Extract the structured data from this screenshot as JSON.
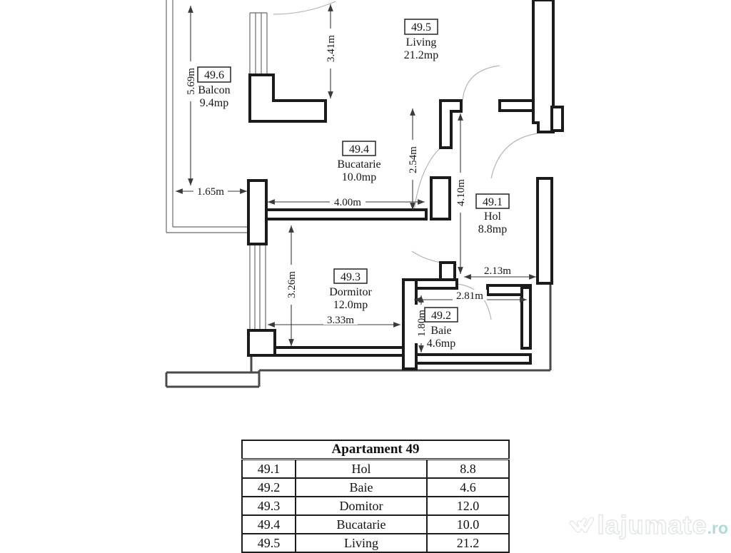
{
  "plan": {
    "rooms": {
      "living": {
        "id": "49.5",
        "name": "Living",
        "area": "21.2mp"
      },
      "balcon": {
        "id": "49.6",
        "name": "Balcon",
        "area": "9.4mp"
      },
      "bucatarie": {
        "id": "49.4",
        "name": "Bucatarie",
        "area": "10.0mp"
      },
      "hol": {
        "id": "49.1",
        "name": "Hol",
        "area": "8.8mp"
      },
      "dormitor": {
        "id": "49.3",
        "name": "Dormitor",
        "area": "12.0mp"
      },
      "baie": {
        "id": "49.2",
        "name": "Baie",
        "area": "4.6mp"
      }
    },
    "dims": {
      "d569": "5.69m",
      "d341": "3.41m",
      "d165": "1.65m",
      "d400": "4.00m",
      "d254": "2.54m",
      "d410": "4.10m",
      "d213": "2.13m",
      "d281": "2.81m",
      "d326": "3.26m",
      "d333": "3.33m",
      "d180": "1.80m"
    }
  },
  "table": {
    "title": "Apartament 49",
    "rows": [
      {
        "id": "49.1",
        "name": "Hol",
        "area": "8.8"
      },
      {
        "id": "49.2",
        "name": "Baie",
        "area": "4.6"
      },
      {
        "id": "49.3",
        "name": "Domitor",
        "area": "12.0"
      },
      {
        "id": "49.4",
        "name": "Bucatarie",
        "area": "10.0"
      },
      {
        "id": "49.5",
        "name": "Living",
        "area": "21.2"
      }
    ]
  },
  "watermark": {
    "brand": "lajumate",
    "tld": ".ro"
  }
}
